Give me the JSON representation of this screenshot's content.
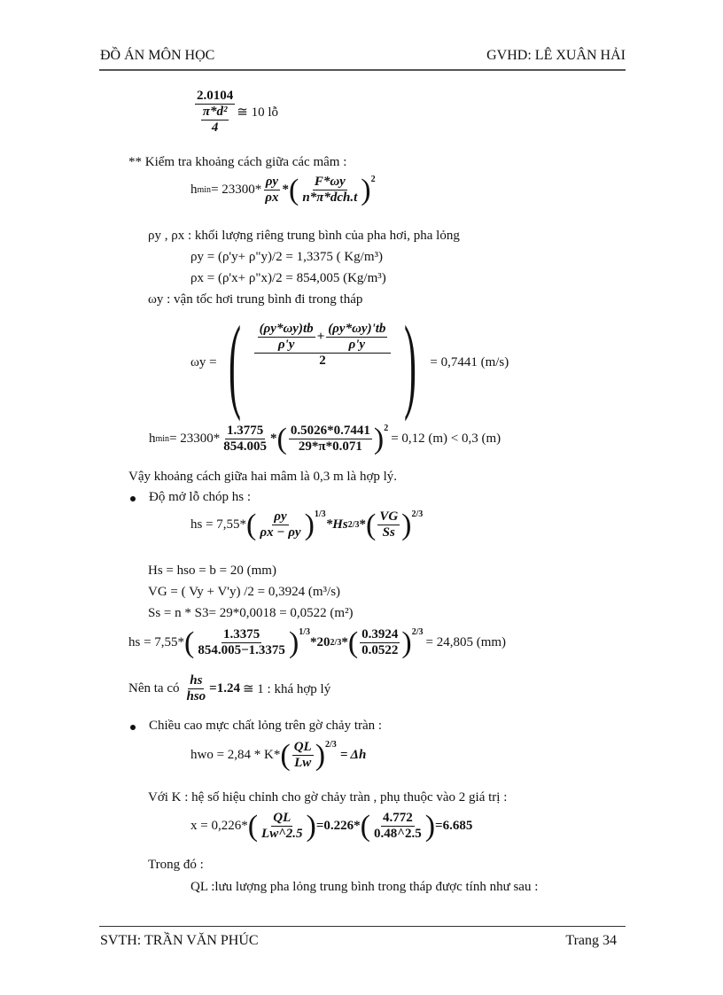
{
  "header": {
    "left": "ĐỒ ÁN MÔN HỌC",
    "right": "GVHD: LÊ XUÂN HẢI"
  },
  "footer": {
    "left": "SVTH: TRẦN VĂN PHÚC",
    "right": "Trang 34"
  },
  "f1": {
    "num": "2.0104",
    "den_num": "π*d²",
    "den_den": "4",
    "rhs": "≅ 10 lỗ"
  },
  "check_heading": "** Kiểm tra khoảng cách giữa các mâm :",
  "hmin_formula": {
    "lhs": "h",
    "lhs_sub": "min",
    "eq": " = 23300*",
    "rho_num": "ρy",
    "rho_den": "ρx",
    "star": "*",
    "num": "F*ωy",
    "den": "n*π*dch.t",
    "exp": "2"
  },
  "rho_desc": "ρy , ρx : khối lượng riêng trung bình của pha hơi, pha lỏng",
  "rho_y": "ρy = (ρ'y+ ρ\"y)/2 = 1,3375 ( Kg/m³)",
  "rho_x": "ρx = (ρ'x+ ρ\"x)/2 = 854,005 (Kg/m³)",
  "omega_desc": "ωy : vận tốc hơi trung bình đi trong tháp",
  "omega_formula": {
    "lhs": "ωy =",
    "t1_num": "(ρy*ωy)tb",
    "t1_den": "ρ'y",
    "plus": "+",
    "t2_num": "(ρy*ωy)'tb",
    "t2_den": "ρ'y",
    "den": "2",
    "rhs": "= 0,7441 (m/s)"
  },
  "hmin_calc": {
    "lhs": "h",
    "lhs_sub": "min",
    "eq": "= 23300*",
    "a_num": "1.3775",
    "a_den": "854.005",
    "star": "*",
    "b_num": "0.5026*0.7441",
    "b_den": "29*π*0.071",
    "exp": "2",
    "rhs": "= 0,12 (m) < 0,3 (m)"
  },
  "conclusion1": "Vậy khoảng cách giữa hai mâm là 0,3 m là hợp lý.",
  "bullet1": "Độ mở lỗ chóp hs :",
  "hs_formula": {
    "lhs": "hs = 7,55*",
    "num": "ρy",
    "den": "ρx − ρy",
    "exp1": "1/3",
    "mid": "*Hs",
    "exp2": "2/3",
    "star": "*",
    "num2": "VG",
    "den2": "Ss",
    "exp3": "2/3"
  },
  "Hs_line": "Hs = hso = b = 20 (mm)",
  "VG_line": "VG = ( Vy + V'y) /2 = 0,3924 (m³/s)",
  "Ss_line": "Ss = n * S3= 29*0,0018 = 0,0522 (m²)",
  "hs_calc": {
    "lhs": "hs = 7,55*",
    "num": "1.3375",
    "den": "854.005−1.3375",
    "exp1": "1/3",
    "mid": "*20",
    "exp2": "2/3",
    "star": "*",
    "num2": "0.3924",
    "den2": "0.0522",
    "exp3": "2/3",
    "rhs": "= 24,805 (mm)"
  },
  "ratio_line": {
    "prefix": "Nên ta có",
    "num": "hs",
    "den": "hso",
    "value": "=1.24",
    "rhs": "≅ 1 : khá hợp lý"
  },
  "bullet2": "Chiều cao mực chất lỏng trên gờ chảy tràn :",
  "hwo_formula": {
    "lhs": "hwo = 2,84 * K*",
    "num": "QL",
    "den": "Lw",
    "exp": "2/3",
    "rhs": "= Δh"
  },
  "K_desc": "Với  K : hệ số hiệu chỉnh cho gờ chảy tràn , phụ thuộc vào 2 giá trị :",
  "x_formula": {
    "lhs": "x = 0,226*",
    "num": "QL",
    "den": "Lw^2.5",
    "mid": "=0.226*",
    "num2": "4.772",
    "den2": "0.48^2.5",
    "rhs": "=6.685"
  },
  "where": "Trong đó :",
  "QL_desc": "QL :lưu lượng pha lỏng trung bình trong tháp được tính như sau :"
}
